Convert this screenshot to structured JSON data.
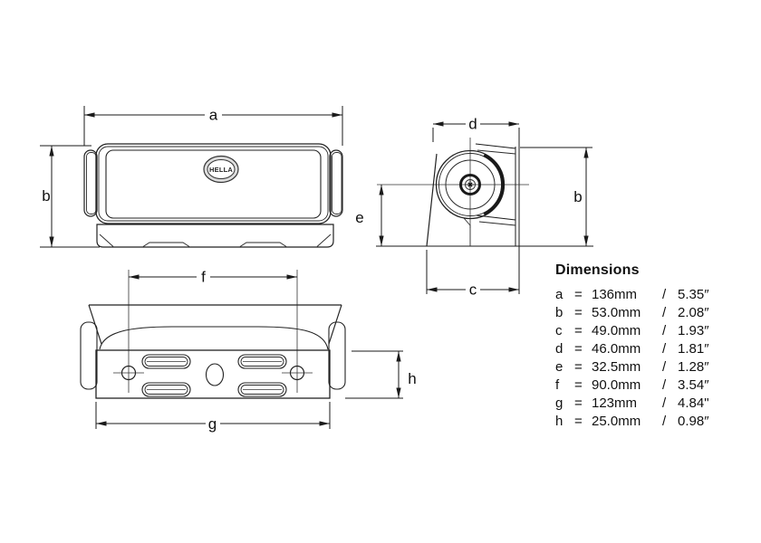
{
  "drawing": {
    "logo_text": "HELLA",
    "dim_labels": {
      "a": "a",
      "b": "b",
      "c": "c",
      "d": "d",
      "e": "e",
      "f": "f",
      "g": "g",
      "h": "h"
    }
  },
  "dimensions_table": {
    "title": "Dimensions",
    "rows": [
      {
        "letter": "a",
        "eq": "=",
        "mm": "136mm",
        "sep": "/",
        "inch": "5.35″"
      },
      {
        "letter": "b",
        "eq": "=",
        "mm": "53.0mm",
        "sep": "/",
        "inch": "2.08″"
      },
      {
        "letter": "c",
        "eq": "=",
        "mm": "49.0mm",
        "sep": "/",
        "inch": "1.93″"
      },
      {
        "letter": "d",
        "eq": "=",
        "mm": "46.0mm",
        "sep": "/",
        "inch": "1.81″"
      },
      {
        "letter": "e",
        "eq": "=",
        "mm": "32.5mm",
        "sep": "/",
        "inch": "1.28″"
      },
      {
        "letter": "f",
        "eq": "=",
        "mm": "90.0mm",
        "sep": "/",
        "inch": "3.54″"
      },
      {
        "letter": "g",
        "eq": "=",
        "mm": "123mm",
        "sep": "/",
        "inch": "4.84\""
      },
      {
        "letter": "h",
        "eq": "=",
        "mm": "25.0mm",
        "sep": "/",
        "inch": "0.98″"
      }
    ]
  }
}
